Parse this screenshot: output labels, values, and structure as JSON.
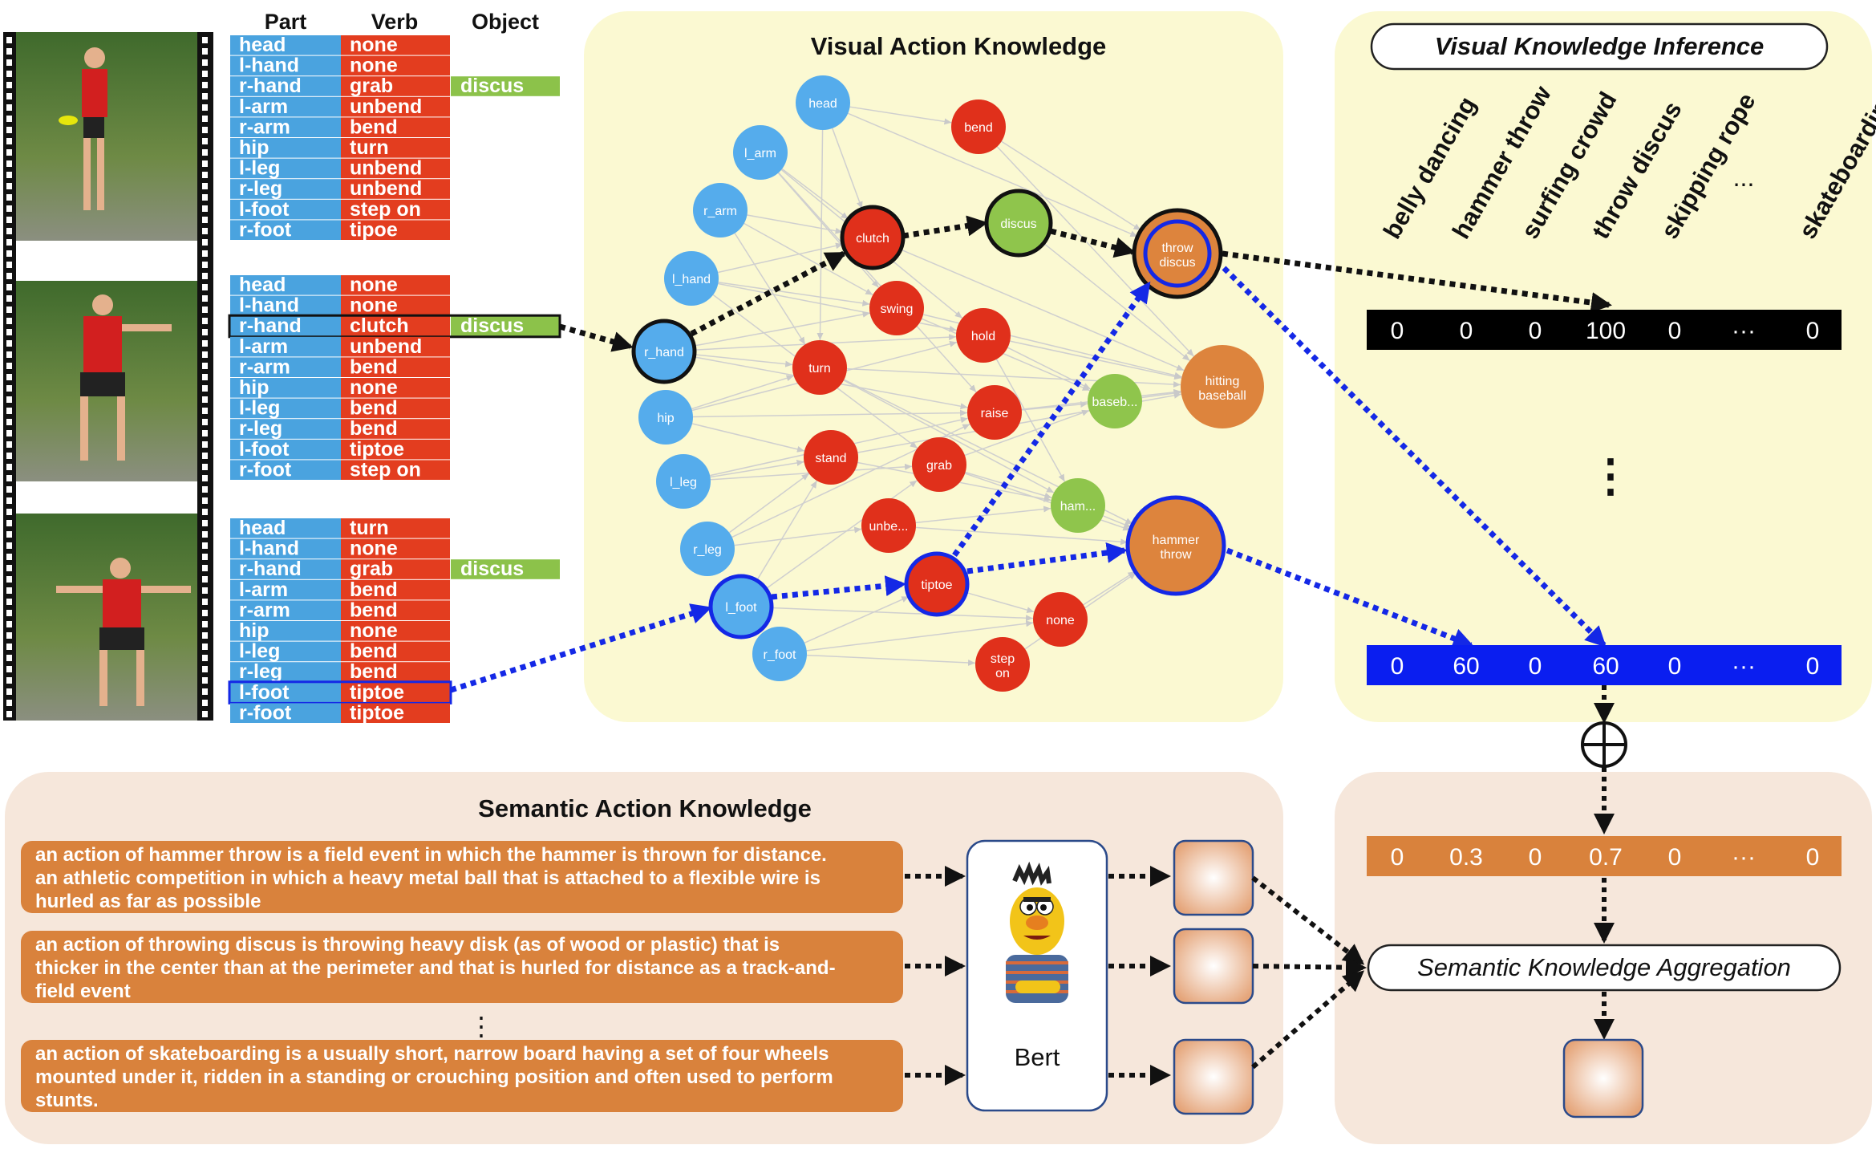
{
  "colors": {
    "part_blue": "#4aa3df",
    "verb_red": "#e33d1f",
    "object_green": "#8cc24a",
    "panel_yellow": "#fbf9d2",
    "panel_peach": "#f6e7db",
    "node_blue": "#55acec",
    "node_red": "#e0301b",
    "node_green": "#8fc54c",
    "node_orange": "#dd843d",
    "dash_black": "#111111",
    "dash_blue": "#1428e6",
    "vec_black": "#000000",
    "vec_blue": "#0a1ef0",
    "vec_orange": "#d9823c"
  },
  "table_header": {
    "part": "Part",
    "verb": "Verb",
    "object": "Object"
  },
  "frames": [
    {
      "rows": [
        {
          "part": "head",
          "verb": "none",
          "object": ""
        },
        {
          "part": "l-hand",
          "verb": "none",
          "object": ""
        },
        {
          "part": "r-hand",
          "verb": "grab",
          "object": "discus"
        },
        {
          "part": "l-arm",
          "verb": "unbend",
          "object": ""
        },
        {
          "part": "r-arm",
          "verb": "bend",
          "object": ""
        },
        {
          "part": "hip",
          "verb": "turn",
          "object": ""
        },
        {
          "part": "l-leg",
          "verb": "unbend",
          "object": ""
        },
        {
          "part": "r-leg",
          "verb": "unbend",
          "object": ""
        },
        {
          "part": "l-foot",
          "verb": "step on",
          "object": ""
        },
        {
          "part": "r-foot",
          "verb": "tipoe",
          "object": ""
        }
      ]
    },
    {
      "rows": [
        {
          "part": "head",
          "verb": "none",
          "object": ""
        },
        {
          "part": "l-hand",
          "verb": "none",
          "object": ""
        },
        {
          "part": "r-hand",
          "verb": "clutch",
          "object": "discus",
          "highlight": "black"
        },
        {
          "part": "l-arm",
          "verb": "unbend",
          "object": ""
        },
        {
          "part": "r-arm",
          "verb": "bend",
          "object": ""
        },
        {
          "part": "hip",
          "verb": "none",
          "object": ""
        },
        {
          "part": "l-leg",
          "verb": "bend",
          "object": ""
        },
        {
          "part": "r-leg",
          "verb": "bend",
          "object": ""
        },
        {
          "part": "l-foot",
          "verb": "tiptoe",
          "object": ""
        },
        {
          "part": "r-foot",
          "verb": "step on",
          "object": ""
        }
      ]
    },
    {
      "rows": [
        {
          "part": "head",
          "verb": "turn",
          "object": ""
        },
        {
          "part": "l-hand",
          "verb": "none",
          "object": ""
        },
        {
          "part": "r-hand",
          "verb": "grab",
          "object": "discus"
        },
        {
          "part": "l-arm",
          "verb": "bend",
          "object": ""
        },
        {
          "part": "r-arm",
          "verb": "bend",
          "object": ""
        },
        {
          "part": "hip",
          "verb": "none",
          "object": ""
        },
        {
          "part": "l-leg",
          "verb": "bend",
          "object": ""
        },
        {
          "part": "r-leg",
          "verb": "bend",
          "object": ""
        },
        {
          "part": "l-foot",
          "verb": "tiptoe",
          "object": "",
          "highlight": "blue"
        },
        {
          "part": "r-foot",
          "verb": "tiptoe",
          "object": ""
        }
      ]
    }
  ],
  "visual_panel": {
    "title": "Visual Action Knowledge"
  },
  "graph_nodes": [
    {
      "id": "head",
      "label": "head",
      "color": "blue"
    },
    {
      "id": "l_arm",
      "label": "l_arm",
      "color": "blue"
    },
    {
      "id": "r_arm",
      "label": "r_arm",
      "color": "blue"
    },
    {
      "id": "l_hand",
      "label": "l_hand",
      "color": "blue"
    },
    {
      "id": "r_hand",
      "label": "r_hand",
      "color": "blue",
      "ring": "black"
    },
    {
      "id": "hip",
      "label": "hip",
      "color": "blue"
    },
    {
      "id": "l_leg",
      "label": "l_leg",
      "color": "blue"
    },
    {
      "id": "r_leg",
      "label": "r_leg",
      "color": "blue"
    },
    {
      "id": "l_foot",
      "label": "l_foot",
      "color": "blue",
      "ring": "blue"
    },
    {
      "id": "r_foot",
      "label": "r_foot",
      "color": "blue"
    },
    {
      "id": "bend",
      "label": "bend",
      "color": "red"
    },
    {
      "id": "clutch",
      "label": "clutch",
      "color": "red",
      "ring": "black"
    },
    {
      "id": "swing",
      "label": "swing",
      "color": "red"
    },
    {
      "id": "hold",
      "label": "hold",
      "color": "red"
    },
    {
      "id": "turn",
      "label": "turn",
      "color": "red"
    },
    {
      "id": "raise",
      "label": "raise",
      "color": "red"
    },
    {
      "id": "stand",
      "label": "stand",
      "color": "red"
    },
    {
      "id": "grab",
      "label": "grab",
      "color": "red"
    },
    {
      "id": "unbe",
      "label": "unbe...",
      "color": "red"
    },
    {
      "id": "tiptoe",
      "label": "tiptoe",
      "color": "red",
      "ring": "blue"
    },
    {
      "id": "none",
      "label": "none",
      "color": "red"
    },
    {
      "id": "step_on",
      "label": "step on",
      "color": "red"
    },
    {
      "id": "discus",
      "label": "discus",
      "color": "green",
      "ring": "black"
    },
    {
      "id": "baseb",
      "label": "baseb...",
      "color": "green"
    },
    {
      "id": "ham",
      "label": "ham...",
      "color": "green"
    },
    {
      "id": "throw_discus",
      "label": "throw discus",
      "color": "orange",
      "ring": "double"
    },
    {
      "id": "hitting_baseball",
      "label": "hitting baseball",
      "color": "orange"
    },
    {
      "id": "hammer_throw",
      "label": "hammer throw",
      "color": "orange",
      "ring": "blue"
    }
  ],
  "graph_edges": [
    [
      "head",
      "clutch"
    ],
    [
      "head",
      "turn"
    ],
    [
      "head",
      "bend"
    ],
    [
      "head",
      "throw_discus"
    ],
    [
      "l_arm",
      "clutch"
    ],
    [
      "l_arm",
      "swing"
    ],
    [
      "l_arm",
      "hold"
    ],
    [
      "l_arm",
      "raise"
    ],
    [
      "r_arm",
      "clutch"
    ],
    [
      "r_arm",
      "swing"
    ],
    [
      "r_arm",
      "turn"
    ],
    [
      "l_hand",
      "clutch"
    ],
    [
      "l_hand",
      "hold"
    ],
    [
      "l_hand",
      "grab"
    ],
    [
      "l_hand",
      "swing"
    ],
    [
      "r_hand",
      "swing"
    ],
    [
      "r_hand",
      "hold"
    ],
    [
      "r_hand",
      "turn"
    ],
    [
      "r_hand",
      "raise"
    ],
    [
      "hip",
      "turn"
    ],
    [
      "hip",
      "stand"
    ],
    [
      "hip",
      "raise"
    ],
    [
      "hip",
      "hold"
    ],
    [
      "l_leg",
      "stand"
    ],
    [
      "l_leg",
      "grab"
    ],
    [
      "l_leg",
      "raise"
    ],
    [
      "r_leg",
      "unbe"
    ],
    [
      "r_leg",
      "stand"
    ],
    [
      "r_leg",
      "raise"
    ],
    [
      "l_foot",
      "stand"
    ],
    [
      "l_foot",
      "grab"
    ],
    [
      "l_foot",
      "none"
    ],
    [
      "r_foot",
      "tiptoe"
    ],
    [
      "r_foot",
      "none"
    ],
    [
      "r_foot",
      "step_on"
    ],
    [
      "bend",
      "hitting_baseball"
    ],
    [
      "bend",
      "throw_discus"
    ],
    [
      "clutch",
      "hitting_baseball"
    ],
    [
      "swing",
      "hitting_baseball"
    ],
    [
      "swing",
      "baseb"
    ],
    [
      "hold",
      "hitting_baseball"
    ],
    [
      "hold",
      "baseb"
    ],
    [
      "hold",
      "ham"
    ],
    [
      "turn",
      "hitting_baseball"
    ],
    [
      "turn",
      "ham"
    ],
    [
      "turn",
      "hammer_throw"
    ],
    [
      "raise",
      "baseb"
    ],
    [
      "raise",
      "hitting_baseball"
    ],
    [
      "stand",
      "hitting_baseball"
    ],
    [
      "stand",
      "ham"
    ],
    [
      "grab",
      "ham"
    ],
    [
      "grab",
      "hammer_throw"
    ],
    [
      "grab",
      "baseb"
    ],
    [
      "unbe",
      "hammer_throw"
    ],
    [
      "unbe",
      "ham"
    ],
    [
      "none",
      "hammer_throw"
    ],
    [
      "step_on",
      "hammer_throw"
    ],
    [
      "tiptoe",
      "none"
    ],
    [
      "baseb",
      "hitting_baseball"
    ],
    [
      "ham",
      "hammer_throw"
    ],
    [
      "discus",
      "hitting_baseball"
    ]
  ],
  "inference_panel": {
    "title": "Visual Knowledge Inference",
    "classes": [
      "belly dancing",
      "hammer throw",
      "surfing crowd",
      "throw discus",
      "skipping rope",
      "...",
      "skateboarding"
    ],
    "vertical_ellipsis": "⋮"
  },
  "vectors": {
    "black": [
      "0",
      "0",
      "0",
      "100",
      "0",
      "···",
      "0"
    ],
    "blue": [
      "0",
      "60",
      "0",
      "60",
      "0",
      "···",
      "0"
    ],
    "orange": [
      "0",
      "0.3",
      "0",
      "0.7",
      "0",
      "···",
      "0"
    ]
  },
  "oplus_symbol": "⊕",
  "semantic_panel": {
    "title": "Semantic Action Knowledge",
    "descriptions": [
      [
        "an action of hammer throw is  a field event in which the hammer is thrown for distance.",
        "an athletic competition in which a heavy metal ball that is attached to a flexible wire is",
        "hurled as far as possible"
      ],
      [
        "an action of throwing discus is throwing heavy disk (as of wood or plastic) that is",
        "thicker in the center than at the perimeter and that is hurled for distance as a track-and-",
        "field event"
      ],
      [
        "an action of skateboarding is a usually short, narrow board having a set of four wheels",
        "mounted under it, ridden in a standing or crouching position and often used to perform",
        "stunts."
      ]
    ],
    "ellipsis": "⋮",
    "bert_label": "Bert"
  },
  "aggregation_label": "Semantic Knowledge Aggregation"
}
